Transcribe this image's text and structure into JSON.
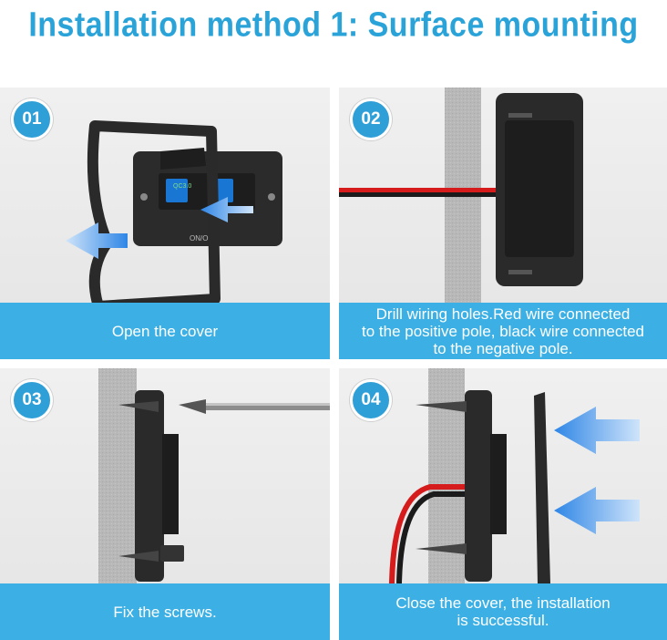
{
  "title": "Installation method 1: Surface mounting",
  "steps": [
    {
      "number": "01",
      "caption_lines": [
        "Open the cover"
      ],
      "device_label": "ON/OFF",
      "qc_label": "QC3.0"
    },
    {
      "number": "02",
      "caption_lines": [
        "Drill wiring holes.Red wire connected",
        "to the positive pole, black wire connected",
        "to the negative pole."
      ]
    },
    {
      "number": "03",
      "caption_lines": [
        "Fix the screws."
      ]
    },
    {
      "number": "04",
      "caption_lines": [
        "Close the cover, the installation",
        "is successful."
      ]
    }
  ],
  "colors": {
    "accent": "#2aa3d9",
    "band": "#3cb0e4",
    "arrow": "#2f86e6",
    "wire_red": "#d51b1b"
  }
}
